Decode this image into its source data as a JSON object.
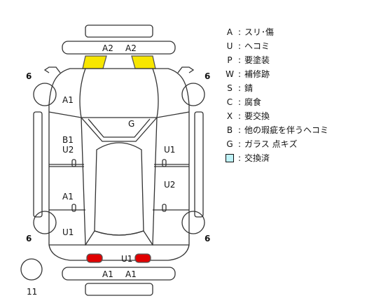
{
  "colors": {
    "line": "#333333",
    "paint_marker": "#f7e600",
    "scratch_marker": "#e00000",
    "replaced_swatch": "#bff3f8"
  },
  "tire_counts": {
    "front_left": "6",
    "front_right": "6",
    "rear_left": "6",
    "rear_right": "6",
    "spare": "11"
  },
  "damage_marks": {
    "front_bumper_left": "A2",
    "front_bumper_right": "A2",
    "left_front_fender": "A1",
    "left_front_door_1": "B1",
    "left_front_door_2": "U2",
    "left_rear_door": "A1",
    "left_rear_quarter": "U1",
    "windshield": "G",
    "right_front_door": "U1",
    "right_rear_door": "U2",
    "rear_panel": "U1",
    "rear_bumper_left": "A1",
    "rear_bumper_right": "A1"
  },
  "legend": [
    {
      "code": "A",
      "label": "スリ･傷"
    },
    {
      "code": "U",
      "label": "ヘコミ"
    },
    {
      "code": "P",
      "label": "要塗装"
    },
    {
      "code": "W",
      "label": "補修跡"
    },
    {
      "code": "S",
      "label": "錆"
    },
    {
      "code": "C",
      "label": "腐食"
    },
    {
      "code": "X",
      "label": "要交換"
    },
    {
      "code": "B",
      "label": "他の瑕疵を伴うヘコミ"
    },
    {
      "code": "G",
      "label": "ガラス 点キズ"
    },
    {
      "code": "",
      "label": "交換済"
    }
  ],
  "legend_separator": ":"
}
